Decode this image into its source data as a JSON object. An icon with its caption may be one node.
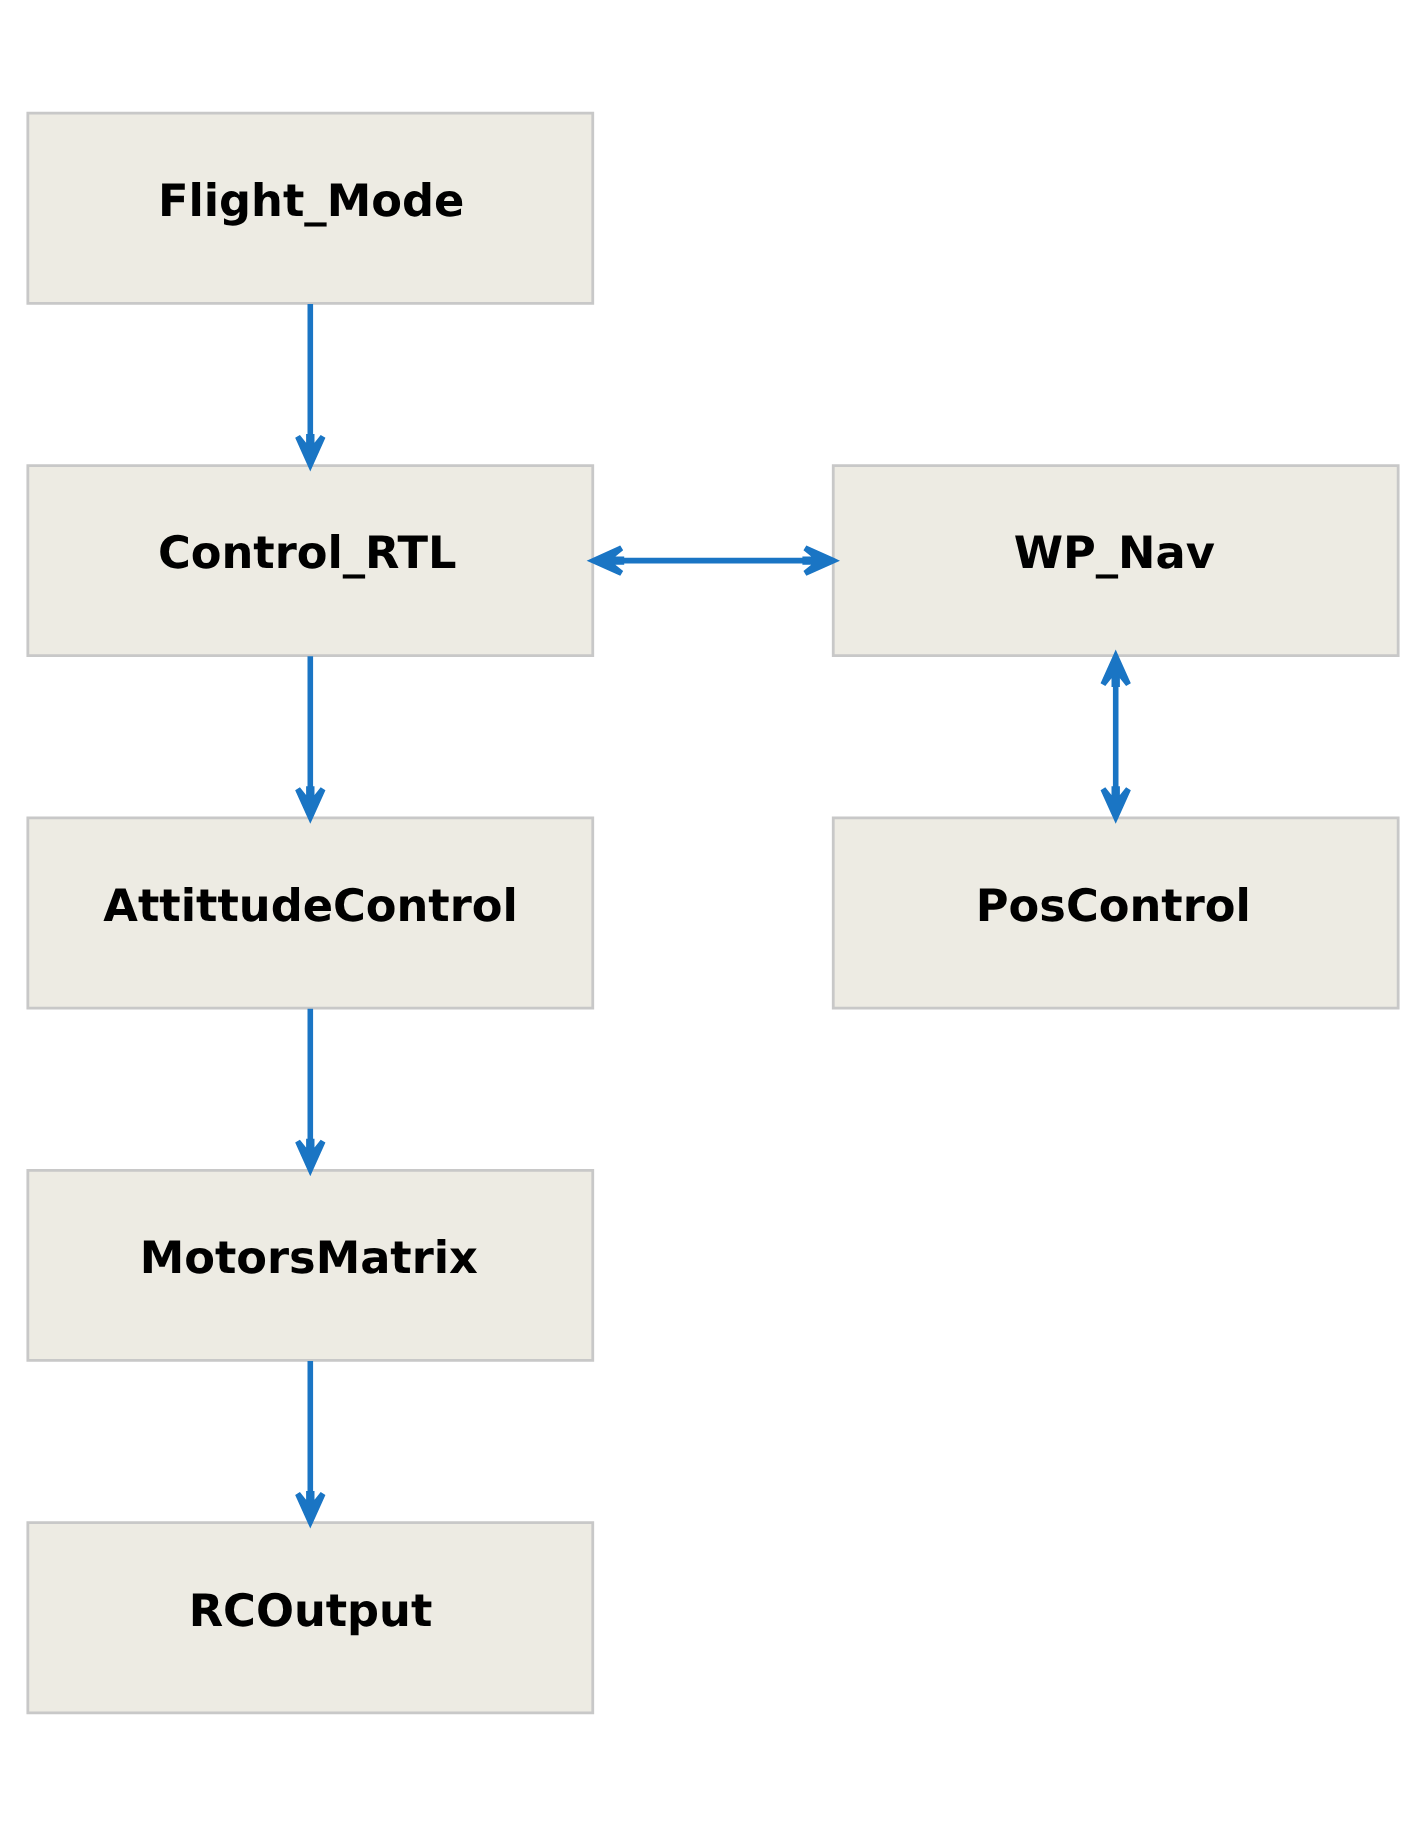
{
  "diagram": {
    "nodes": [
      {
        "text": [
          "Flight_Mode"
        ]
      },
      {
        "text": [
          "Control_RTL"
        ]
      },
      {
        "text": [
          "WP_Nav"
        ]
      },
      {
        "text": [
          "AttittudeControl"
        ]
      },
      {
        "text": [
          "PosControl"
        ]
      },
      {
        "text": [
          "MotorsMatrix"
        ]
      },
      {
        "text": [
          "RCOutput"
        ]
      }
    ],
    "edges": [
      {
        "from": 0,
        "to": 1,
        "arrow": "to"
      },
      {
        "from": 1,
        "to": 2,
        "arrow": "both"
      },
      {
        "from": 1,
        "to": 3,
        "arrow": "to"
      },
      {
        "from": 2,
        "to": 4,
        "arrow": "both"
      },
      {
        "from": 3,
        "to": 5,
        "arrow": "to"
      },
      {
        "from": 5,
        "to": 6,
        "arrow": "to"
      }
    ]
  }
}
